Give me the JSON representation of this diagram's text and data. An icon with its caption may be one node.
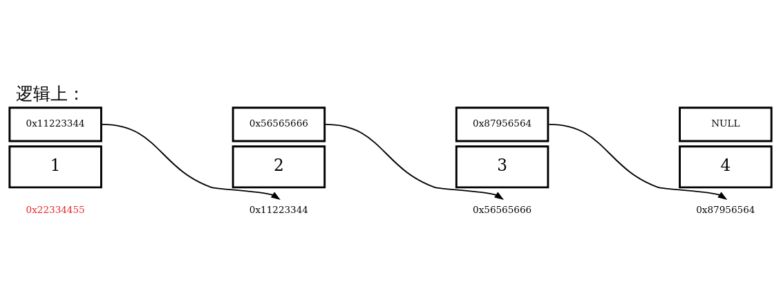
{
  "diagram": {
    "title": "逻辑上：",
    "nodes": [
      {
        "text": [
          "0x11223344"
        ]
      },
      {
        "text": [
          "1"
        ],
        "beside": [
          "0x22334455"
        ]
      },
      {
        "text": [
          "0x56565666"
        ]
      },
      {
        "text": [
          "2"
        ]
      },
      {
        "text": [
          "0x11223344"
        ]
      },
      {
        "text": [
          "0x87956564"
        ]
      },
      {
        "text": [
          "3"
        ]
      },
      {
        "text": [
          "0x56565666"
        ]
      },
      {
        "text": [
          "NULL"
        ]
      },
      {
        "text": [
          "4"
        ]
      },
      {
        "text": [
          "0x87956564"
        ]
      }
    ],
    "edges": [
      {
        "from": 0,
        "to": 4,
        "arrow": "to"
      },
      {
        "from": 2,
        "to": 7,
        "arrow": "to"
      },
      {
        "from": 5,
        "to": 10,
        "arrow": "to"
      }
    ]
  }
}
